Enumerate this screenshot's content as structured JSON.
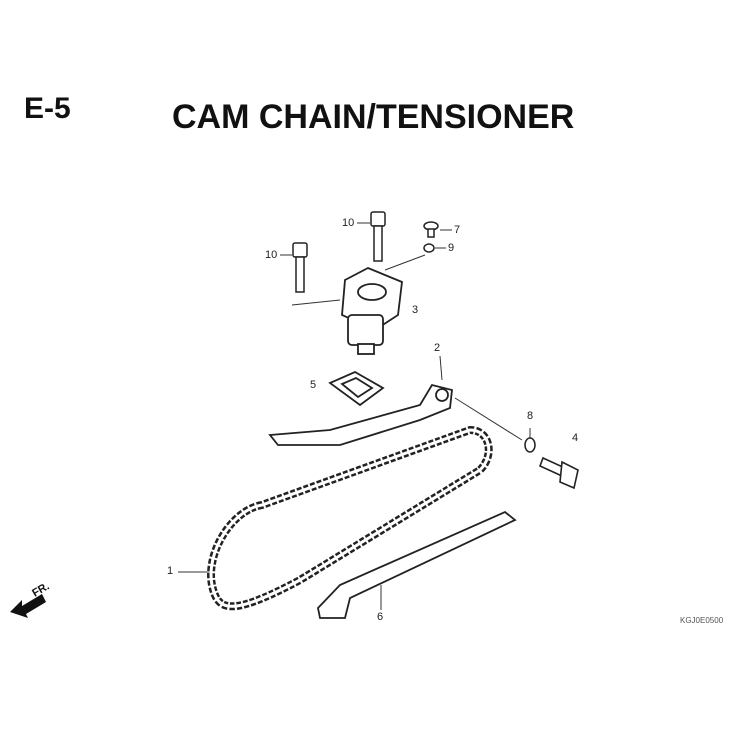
{
  "header": {
    "section_code": "E-5",
    "title": "CAM CHAIN/TENSIONER"
  },
  "callouts": [
    "10",
    "10",
    "7",
    "9",
    "3",
    "2",
    "5",
    "8",
    "4",
    "1",
    "6"
  ],
  "direction_label": "FR.",
  "reference_code": "KGJ0E0500"
}
